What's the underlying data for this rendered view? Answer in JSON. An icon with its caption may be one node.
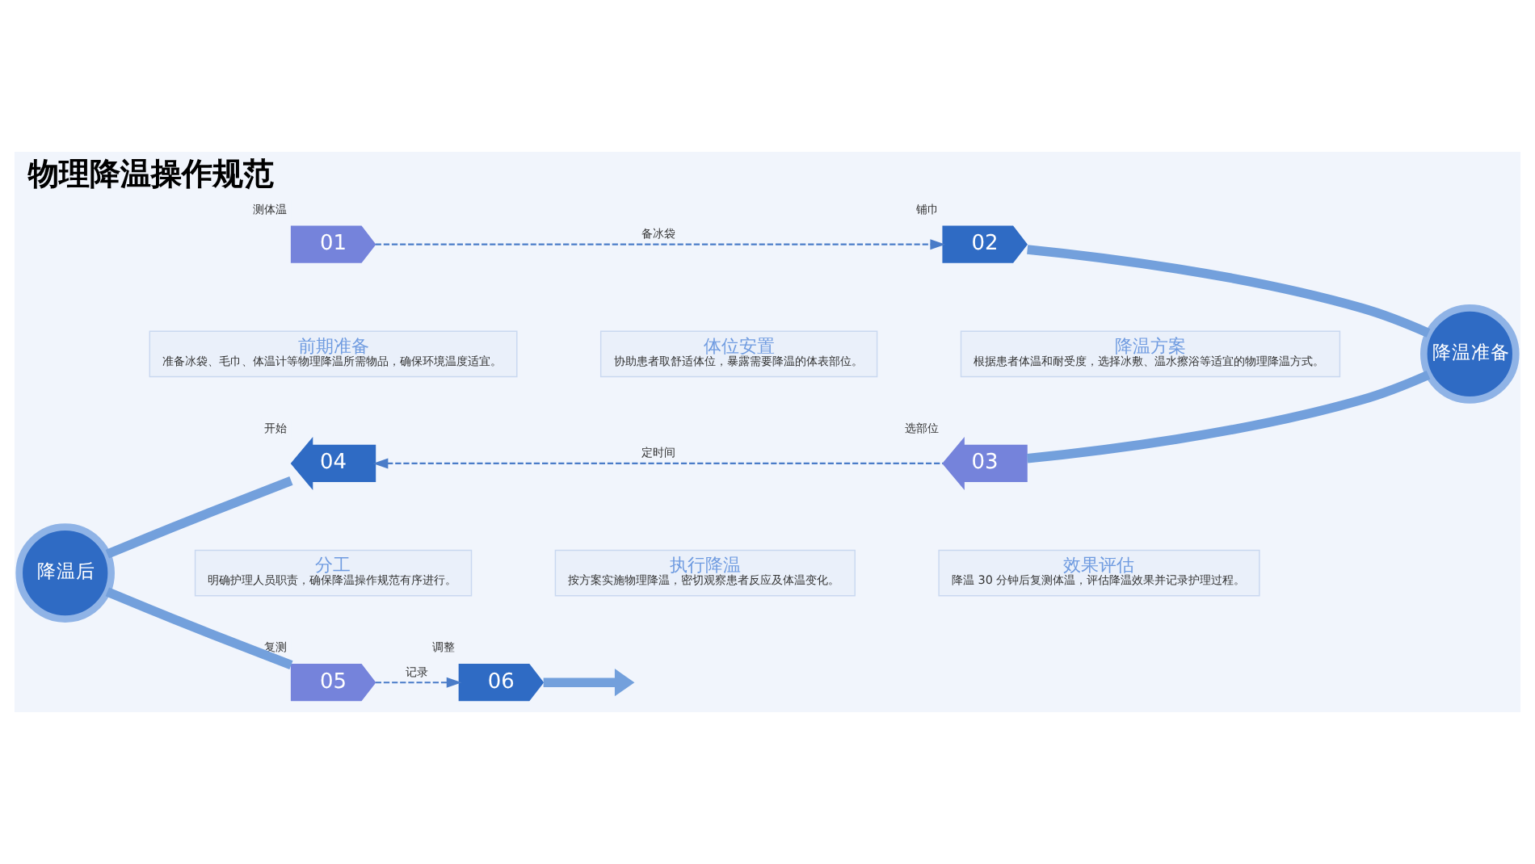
{
  "diagram": {
    "title": "物理降温操作规范",
    "nodes": [
      {
        "text": [
          "01"
        ],
        "beside": [
          "测体温"
        ]
      },
      {
        "text": [
          "02"
        ],
        "beside": [
          "铺巾"
        ]
      },
      {
        "text": [
          "前期准备",
          "准备冰袋、毛巾、体温计等物理降温所需物品，确保环境温度适宜。"
        ]
      },
      {
        "text": [
          "体位安置",
          "协助患者取舒适体位，暴露需要降温的体表部位。"
        ]
      },
      {
        "text": [
          "降温方案",
          "根据患者体温和耐受度，选择冰敷、温水擦浴等适宜的物理降温方式。"
        ]
      },
      {
        "text": [
          "降温准备"
        ]
      },
      {
        "text": [
          "04"
        ],
        "beside": [
          "开始"
        ]
      },
      {
        "text": [
          "03"
        ],
        "beside": [
          "选部位"
        ]
      },
      {
        "text": [
          "降温后"
        ]
      },
      {
        "text": [
          "分工",
          "明确护理人员职责，确保降温操作规范有序进行。"
        ]
      },
      {
        "text": [
          "执行降温",
          "按方案实施物理降温，密切观察患者反应及体温变化。"
        ]
      },
      {
        "text": [
          "效果评估",
          "降温 30 分钟后复测体温，评估降温效果并记录护理过程。"
        ]
      },
      {
        "text": [
          "05"
        ],
        "beside": [
          "复测"
        ]
      },
      {
        "text": [
          "06"
        ],
        "beside": [
          "调整"
        ]
      }
    ],
    "edges": [
      {
        "from": 0,
        "to": 1,
        "arrow": "to",
        "label": "备冰袋",
        "style": "dashed"
      },
      {
        "from": 1,
        "to": 5,
        "arrow": "none"
      },
      {
        "from": 5,
        "to": 7,
        "arrow": "none"
      },
      {
        "from": 7,
        "to": 6,
        "arrow": "to",
        "label": "定时间",
        "style": "dashed"
      },
      {
        "from": 6,
        "to": 8,
        "arrow": "none"
      },
      {
        "from": 8,
        "to": 12,
        "arrow": "none"
      },
      {
        "from": 12,
        "to": 13,
        "arrow": "to",
        "label": "记录",
        "style": "dashed"
      },
      {
        "from": 13,
        "to": null,
        "arrow": "to"
      }
    ]
  }
}
